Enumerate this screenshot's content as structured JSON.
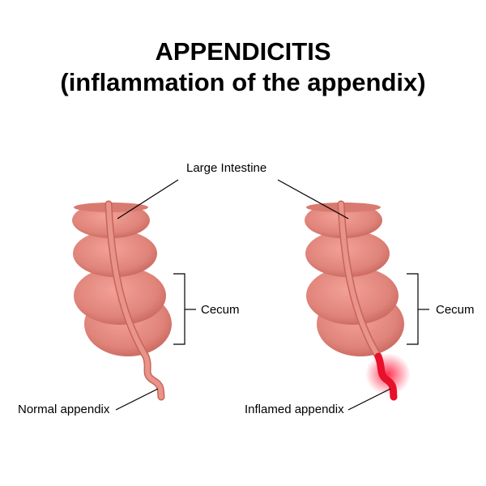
{
  "title": {
    "line1": "APPENDICITIS",
    "line2": "(inflammation of the appendix)"
  },
  "labels": {
    "large_intestine": "Large Intestine",
    "cecum_left": "Cecum",
    "cecum_right": "Cecum",
    "normal_appendix": "Normal appendix",
    "inflamed_appendix": "Inflamed appendix"
  },
  "colors": {
    "tissue": "#e0847a",
    "tissue_dark": "#c8645c",
    "band": "#e89488",
    "inflamed": "#e8102a"
  }
}
